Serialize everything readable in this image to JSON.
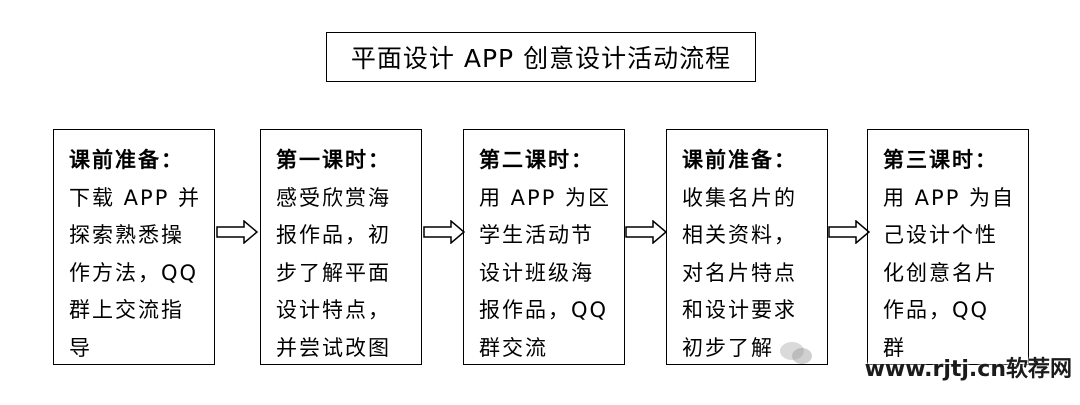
{
  "title": "平面设计 APP 创意设计活动流程",
  "steps": [
    {
      "heading": "课前准备：",
      "body": "下载 APP 并\n探索熟悉操\n作方法，QQ\n群上交流指\n导"
    },
    {
      "heading": "第一课时：",
      "body": "感受欣赏海\n报作品，初\n步了解平面\n设计特点，\n并尝试改图"
    },
    {
      "heading": "第二课时：",
      "body": "用 APP 为区\n学生活动节\n设计班级海\n报作品，QQ\n群交流"
    },
    {
      "heading": "课前准备：",
      "body": "收集名片的\n相关资料，\n对名片特点\n和设计要求\n初步了解"
    },
    {
      "heading": "第三课时：",
      "body": "用 APP 为自\n己设计个性\n化创意名片\n作品，QQ 群\n交流"
    }
  ],
  "watermark": "www.rjtj.cn软荐网",
  "icons": {
    "arrow": "hollow-right-arrow-icon",
    "watermark": "wechat-icon"
  }
}
